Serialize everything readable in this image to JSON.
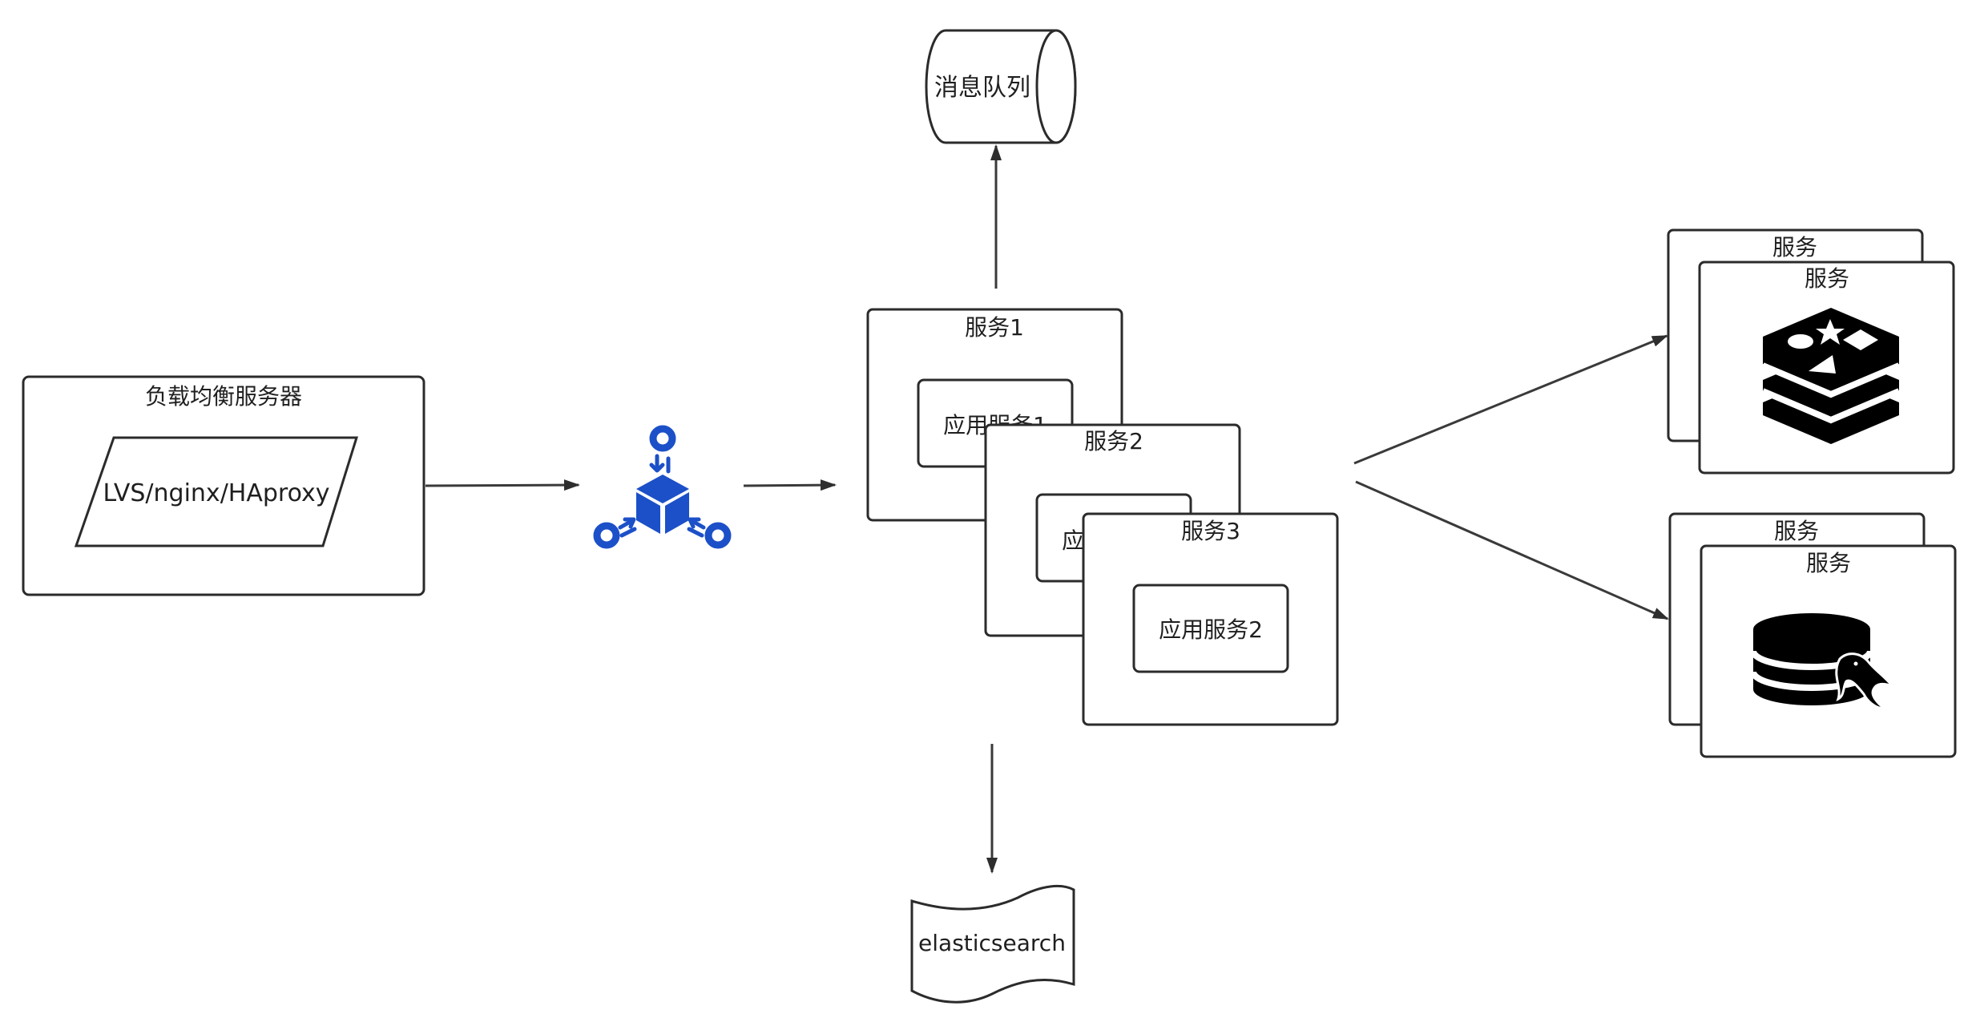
{
  "nodes": {
    "load_balancer_group": {
      "label": "负载均衡服务器"
    },
    "load_balancer_software": {
      "label": "LVS/nginx/HAproxy"
    },
    "message_queue": {
      "label": "消息队列"
    },
    "service1": {
      "label": "服务1",
      "app_label": "应用服务1"
    },
    "service2": {
      "label": "服务2",
      "app_label": "应用服务2"
    },
    "service3": {
      "label": "服务3",
      "app_label": "应用服务2"
    },
    "elasticsearch": {
      "label": "elasticsearch"
    },
    "redis_back": {
      "label": "服务"
    },
    "redis_front": {
      "label": "服务"
    },
    "mysql_back": {
      "label": "服务"
    },
    "mysql_front": {
      "label": "服务"
    }
  },
  "icons": {
    "gateway": "kubernetes-pod-cube-icon",
    "cache": "redis-icon",
    "database": "mysql-icon"
  },
  "colors": {
    "gateway_blue": "#1c50c8",
    "stroke": "#2b2b2b",
    "icon_black": "#000000"
  }
}
